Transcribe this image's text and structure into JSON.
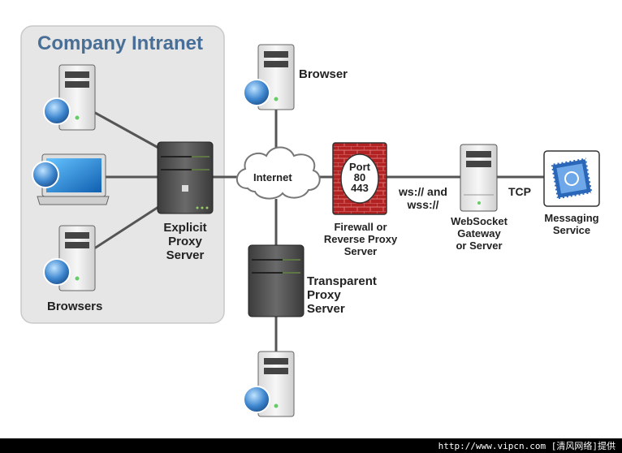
{
  "intranet": {
    "title": "Company Intranet",
    "browsers_label": "Browsers"
  },
  "nodes": {
    "explicit_proxy": "Explicit\nProxy\nServer",
    "browser": "Browser",
    "internet": "Internet",
    "transparent_proxy": "Transparent\nProxy\nServer",
    "firewall": "Firewall or\nReverse Proxy\nServer",
    "port_text": "Port\n80\n443",
    "ws_label": "ws:// and\nwss://",
    "gateway": "WebSocket\nGateway\nor Server",
    "tcp": "TCP",
    "messaging": "Messaging\nService"
  },
  "footer": {
    "text": "http://www.vipcn.com [清风网络]提供"
  },
  "colors": {
    "intranet_bg": "#e6e6e6",
    "title": "#4a6f96",
    "line": "#555555",
    "brick": "#b22222"
  }
}
